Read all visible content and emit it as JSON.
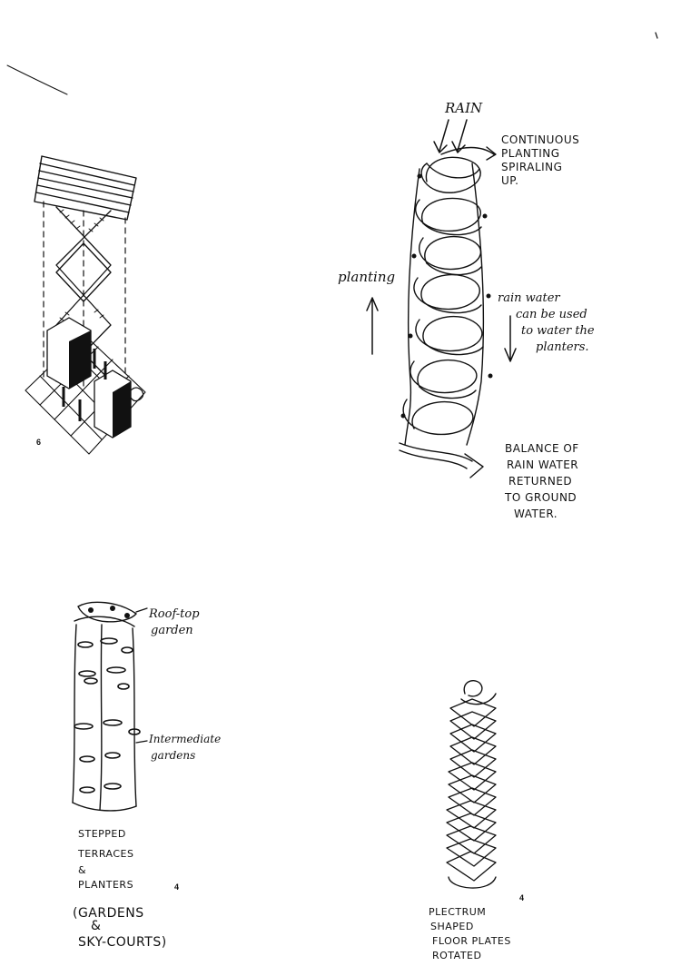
{
  "figures": {
    "iso": {
      "number": "6"
    },
    "spiral": {
      "rain": "RAIN",
      "continuous": [
        "CONTINUOUS",
        "PLANTING",
        "SPIRALING",
        "UP."
      ],
      "planting": "planting",
      "rainwater": [
        "rain water",
        "can be used",
        "to water the",
        "planters."
      ],
      "balance": [
        "BALANCE OF",
        "RAIN WATER",
        "RETURNED",
        "TO GROUND",
        "WATER."
      ]
    },
    "tower": {
      "rooftop": [
        "Roof-top",
        "garden"
      ],
      "intermediate": [
        "Intermediate",
        "gardens"
      ],
      "stepped": [
        "STEPPED",
        "TERRACES",
        "&",
        "PLANTERS"
      ],
      "gardens": [
        "(GARDENS",
        "&",
        "SKY-COURTS)"
      ],
      "number": "4"
    },
    "plectrum": {
      "caption": [
        "PLECTRUM",
        "SHAPED",
        "FLOOR PLATES",
        "ROTATED"
      ],
      "number": "4"
    }
  }
}
